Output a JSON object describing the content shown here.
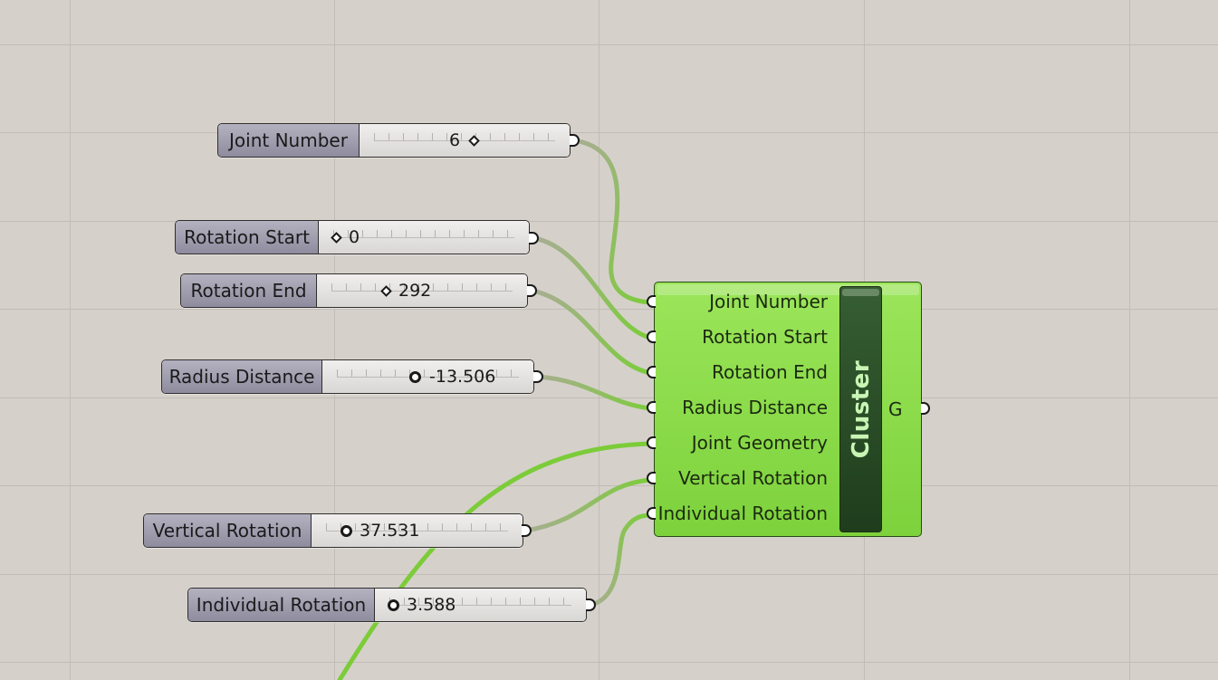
{
  "sliders": [
    {
      "id": "joint-number",
      "label": "Joint Number",
      "value": "6",
      "grip": "diamond"
    },
    {
      "id": "rotation-start",
      "label": "Rotation Start",
      "value": "0",
      "grip": "diamond"
    },
    {
      "id": "rotation-end",
      "label": "Rotation End",
      "value": "292",
      "grip": "diamond"
    },
    {
      "id": "radius-distance",
      "label": "Radius Distance",
      "value": "-13.506",
      "grip": "circle"
    },
    {
      "id": "vertical-rotation",
      "label": "Vertical Rotation",
      "value": "37.531",
      "grip": "circle"
    },
    {
      "id": "individual-rotation",
      "label": "Individual Rotation",
      "value": "3.588",
      "grip": "circle"
    }
  ],
  "cluster": {
    "title": "Cluster",
    "inputs": [
      "Joint Number",
      "Rotation Start",
      "Rotation End",
      "Radius Distance",
      "Joint Geometry",
      "Vertical Rotation",
      "Individual Rotation"
    ],
    "output": "G"
  },
  "colors": {
    "canvas": "#d5d1ca",
    "grid": "#c1bdb6",
    "component_green": "#8fdc4c",
    "wire_active": "#7ccc3a",
    "wire_faded": "#a8ad92"
  }
}
